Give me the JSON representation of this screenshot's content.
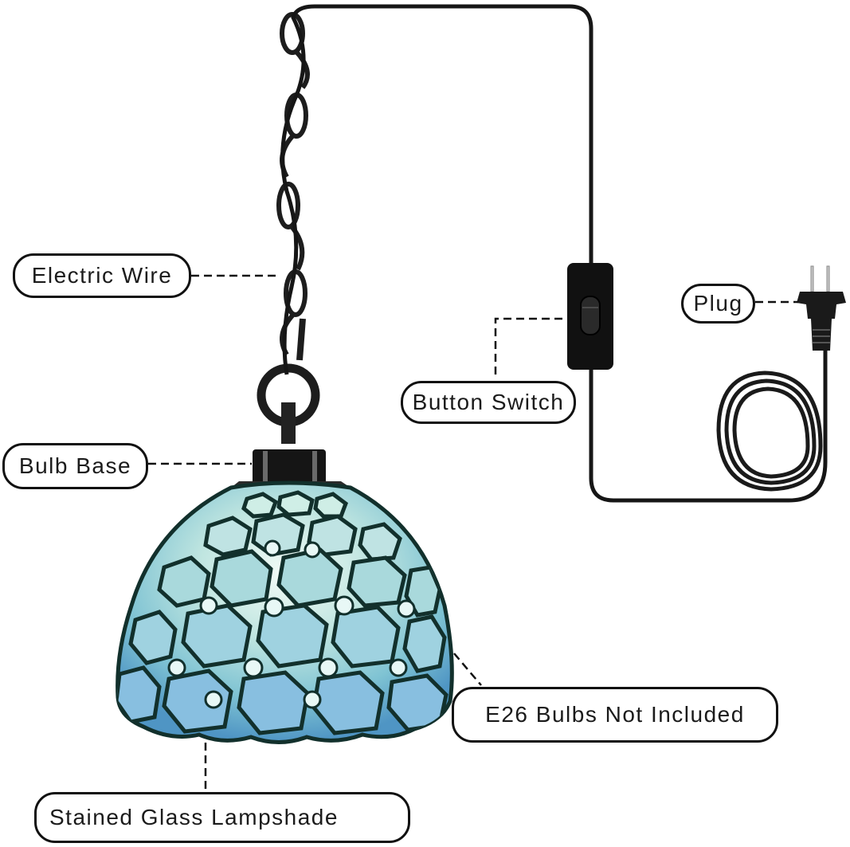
{
  "diagram": {
    "subject": "Plug-in pendant lamp with stained glass shade",
    "labels": {
      "electric_wire": "Electric Wire",
      "bulb_base": "Bulb Base",
      "button_switch": "Button Switch",
      "plug": "Plug",
      "bulbs_note": "E26 Bulbs Not Included",
      "lampshade": "Stained Glass Lampshade"
    },
    "colors": {
      "background": "#ffffff",
      "outline": "#111111",
      "text": "#1b1b1b",
      "cord": "#1a1a1a",
      "glass_light": "#cdebe6",
      "glass_mid": "#8fcfd8",
      "glass_blue": "#6fa6d6",
      "glass_green": "#b9e6c4",
      "lead_came": "#12302c"
    }
  }
}
